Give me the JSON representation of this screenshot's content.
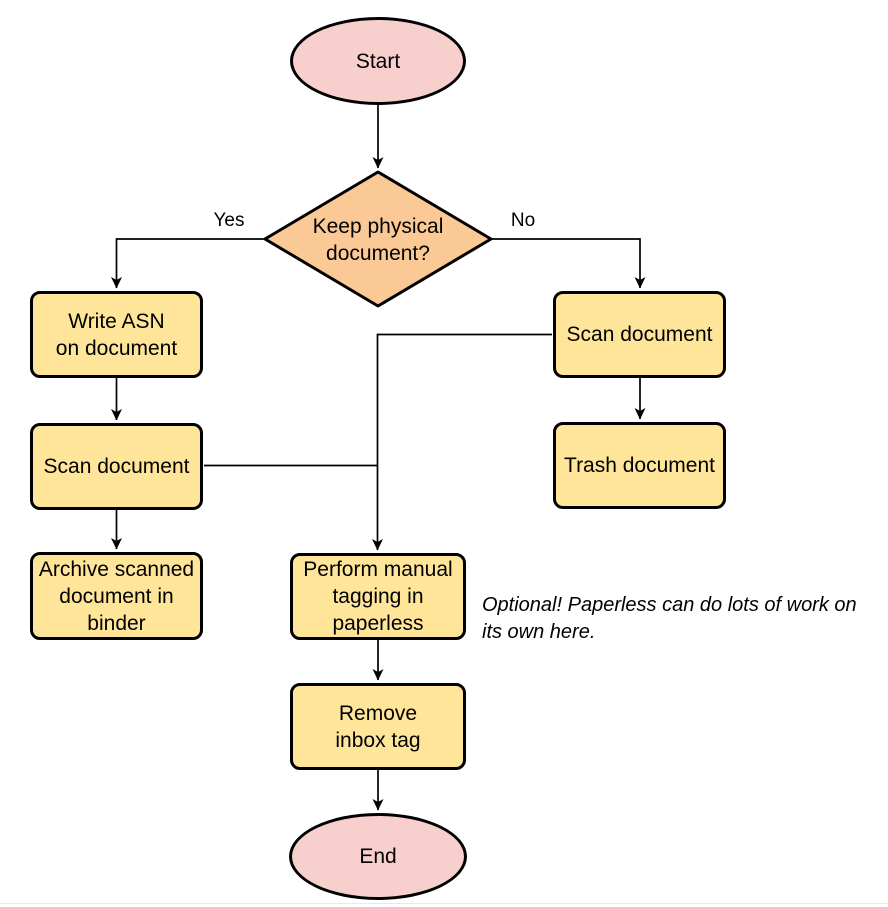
{
  "diagram": {
    "type": "flowchart",
    "nodes": {
      "start": {
        "label": "Start",
        "shape": "ellipse"
      },
      "decision": {
        "label": "Keep physical\ndocument?",
        "shape": "diamond"
      },
      "write_asn": {
        "label": "Write ASN\non document",
        "shape": "rect"
      },
      "scan_left": {
        "label": "Scan document",
        "shape": "rect"
      },
      "archive": {
        "label": "Archive scanned\ndocument in\nbinder",
        "shape": "rect"
      },
      "scan_right": {
        "label": "Scan document",
        "shape": "rect"
      },
      "trash": {
        "label": "Trash document",
        "shape": "rect"
      },
      "tagging": {
        "label": "Perform manual\ntagging in\npaperless",
        "shape": "rect"
      },
      "remove_inbox": {
        "label": "Remove\ninbox tag",
        "shape": "rect"
      },
      "end": {
        "label": "End",
        "shape": "ellipse"
      }
    },
    "edge_labels": {
      "yes": "Yes",
      "no": "No"
    },
    "edges": [
      {
        "from": "start",
        "to": "decision"
      },
      {
        "from": "decision",
        "to": "write_asn",
        "label": "Yes"
      },
      {
        "from": "decision",
        "to": "scan_right",
        "label": "No"
      },
      {
        "from": "write_asn",
        "to": "scan_left"
      },
      {
        "from": "scan_left",
        "to": "archive"
      },
      {
        "from": "scan_left",
        "to": "tagging"
      },
      {
        "from": "scan_right",
        "to": "trash"
      },
      {
        "from": "scan_right",
        "to": "tagging"
      },
      {
        "from": "tagging",
        "to": "remove_inbox"
      },
      {
        "from": "remove_inbox",
        "to": "end"
      }
    ],
    "annotation": "Optional! Paperless can do lots of work on\nits own here.",
    "colors": {
      "terminal_fill": "#f7cfcc",
      "decision_fill": "#fbc996",
      "process_fill": "#ffe59a",
      "stroke": "#000000",
      "background": "#ffffff"
    }
  }
}
